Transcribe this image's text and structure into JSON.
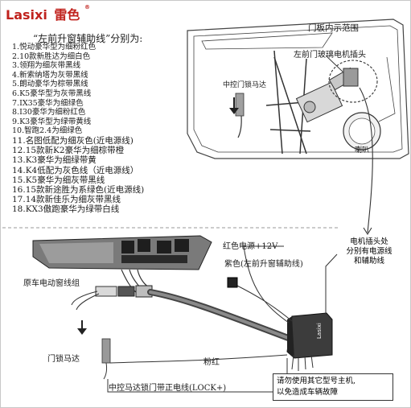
{
  "brand": {
    "name": "Lasixi",
    "name_cn": "雷色",
    "reg": "®",
    "color": "#c0221d"
  },
  "heading": "“左前升窗辅助线”分别为:",
  "items": [
    "1.悦动豪华型为细粉红色",
    "2.10款新胜达为细白色",
    "3.领翔为细灰带黑线",
    "4.新索纳塔为灰带黑线",
    "5.朗动豪华为棕带黑线",
    "6.K5豪华型为灰带黑线",
    "7.IX35豪华为细绿色",
    "8.I30豪华为细粉红色",
    "9.K3豪华型为绿带黄线",
    "10.智跑2.4为细绿色",
    "11.名图低配为细灰色(近电源线)",
    "12.15款新K2豪华为细棕带橙",
    "13.K3豪华为细绿带黄",
    "14.K4低配为灰色线（近电源线）",
    "15.K5豪华为细灰带黑线",
    "16.15款新途胜为系绿色(近电源线)",
    "17.14款新佳乐为细灰带黑线",
    "18.KX3傲跑豪华为绿带白线"
  ],
  "labels": {
    "door_panel": "门板内示范围",
    "plug": "左前门玻璃电机插头",
    "center_lock_motor_top": "中控门锁马达",
    "speaker": "喇叭",
    "red_power": "红色电源+12V",
    "purple": "紫色(左前升窗辅助线)",
    "switch_group": "原车电动窗线组",
    "door_lock_motor": "门锁马达",
    "pink_red": "粉红",
    "lock_wire": "中控马达锁门带正电线(LOCK+)",
    "module_brand": "Lasixi"
  },
  "callout": [
    "电机插头处",
    "分别有电源线",
    "和辅助线"
  ],
  "warning": [
    "请勿使用其它型号主机,",
    "以免造成车辆故障"
  ]
}
